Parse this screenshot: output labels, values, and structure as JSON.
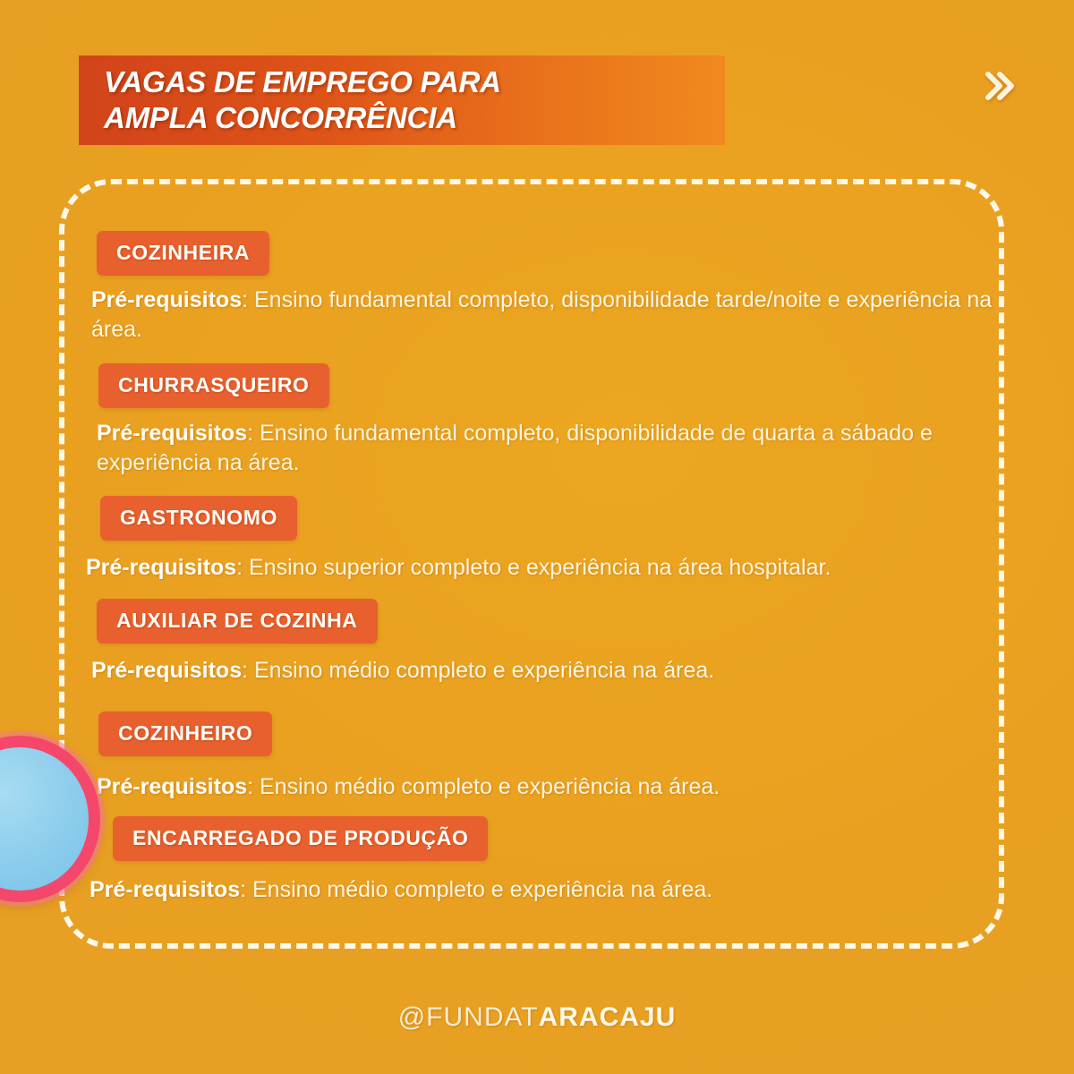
{
  "header": {
    "title_line1": "VAGAS DE EMPREGO PARA",
    "title_line2": "AMPLA CONCORRÊNCIA",
    "next_icon": "double-chevron-right-icon"
  },
  "jobs": [
    {
      "tag": "COZINHEIRA",
      "req_label": "Pré-requisitos",
      "req_text": ": Ensino fundamental completo, disponibilidade tarde/noite e experiência na área."
    },
    {
      "tag": "CHURRASQUEIRO",
      "req_label": "Pré-requisitos",
      "req_text": ": Ensino fundamental completo, disponibilidade de quarta a sábado e experiência na área."
    },
    {
      "tag": "GASTRONOMO",
      "req_label": "Pré-requisitos",
      "req_text": ": Ensino superior completo e experiência na área hospitalar."
    },
    {
      "tag": "AUXILIAR DE COZINHA",
      "req_label": "Pré-requisitos",
      "req_text": ": Ensino médio completo e experiência na área."
    },
    {
      "tag": "COZINHEIRO",
      "req_label": "Pré-requisitos",
      "req_text": ": Ensino médio completo e experiência na área."
    },
    {
      "tag": "ENCARREGADO DE PRODUÇÃO",
      "req_label": "Pré-requisitos",
      "req_text": ": Ensino médio completo e experiência na área."
    }
  ],
  "footer": {
    "handle_prefix": "@FUNDAT",
    "handle_bold": "ARACAJU"
  },
  "colors": {
    "background_orange": "#E9A021",
    "banner_start": "#D2431A",
    "banner_end": "#F08A1E",
    "tag_orange": "#E8602E",
    "text_cream": "#FCF5DE",
    "dash_border": "#FDF8E8",
    "circle_fill": "#8CCDEC",
    "circle_ring": "#F4476B"
  }
}
